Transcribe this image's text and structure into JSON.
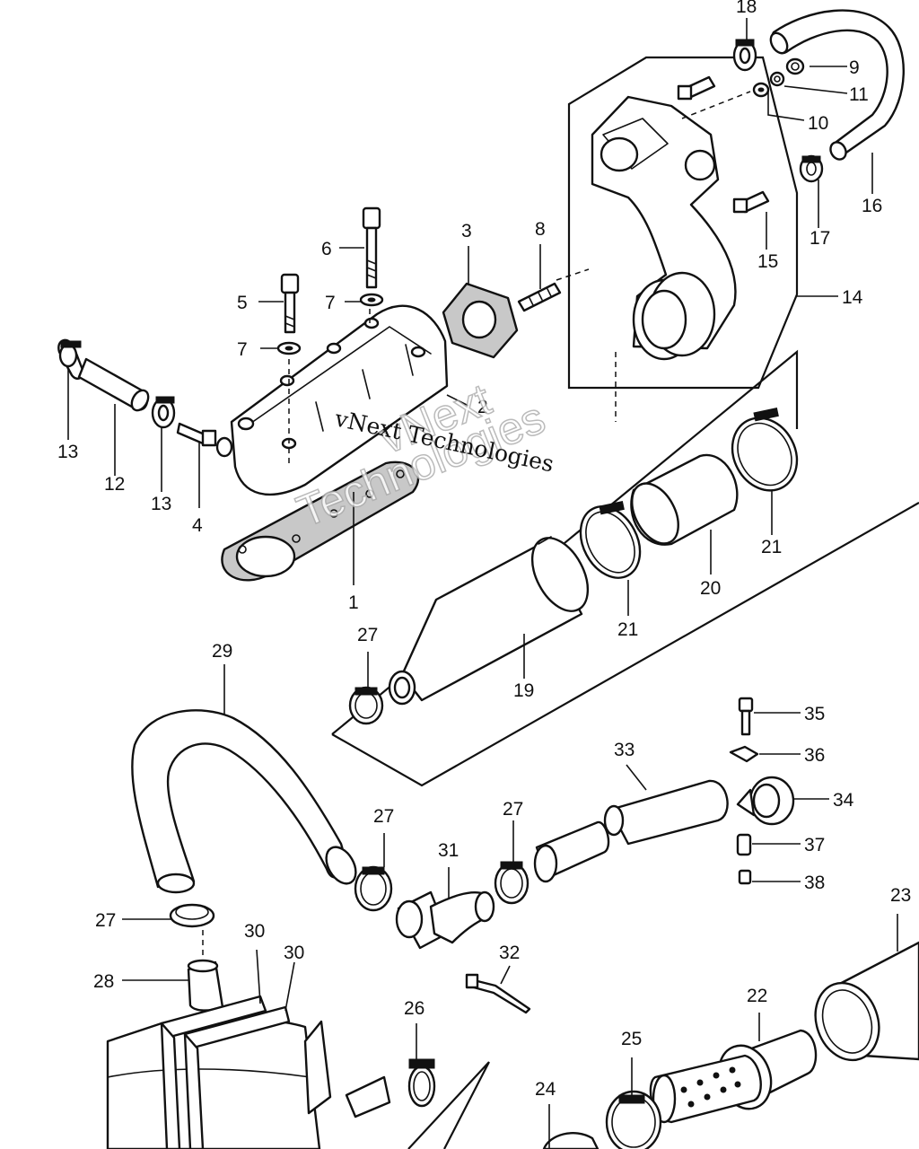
{
  "callouts": {
    "c1": "1",
    "c2": "2",
    "c3": "3",
    "c4": "4",
    "c5": "5",
    "c6": "6",
    "c7a": "7",
    "c7b": "7",
    "c8": "8",
    "c9": "9",
    "c10": "10",
    "c11": "11",
    "c12": "12",
    "c13a": "13",
    "c13b": "13",
    "c14": "14",
    "c15": "15",
    "c16": "16",
    "c17": "17",
    "c18": "18",
    "c19": "19",
    "c20": "20",
    "c21a": "21",
    "c21b": "21",
    "c22": "22",
    "c23": "23",
    "c24": "24",
    "c25": "25",
    "c26": "26",
    "c27a": "27",
    "c27b": "27",
    "c27c": "27",
    "c27d": "27",
    "c28": "28",
    "c29": "29",
    "c30a": "30",
    "c30b": "30",
    "c31": "31",
    "c32": "32",
    "c33": "33",
    "c34": "34",
    "c35": "35",
    "c36": "36",
    "c37": "37",
    "c38": "38"
  },
  "watermark": {
    "primary": "vNext Technologies",
    "overlay_line1": "vNext",
    "overlay_line2": "Technologies"
  }
}
